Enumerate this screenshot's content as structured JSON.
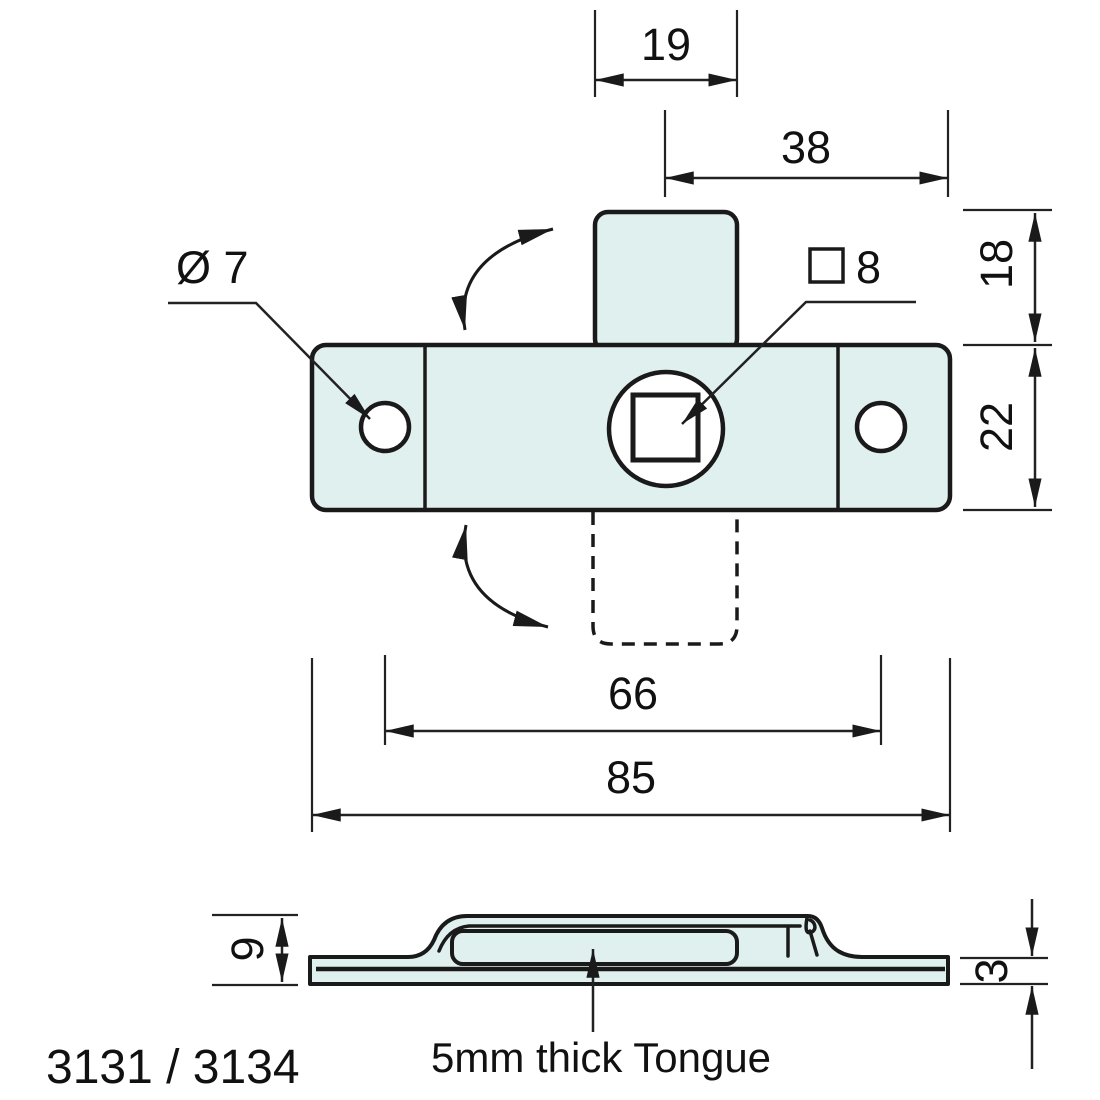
{
  "drawing": {
    "product_codes": "3131 / 3134",
    "tongue_note": "5mm thick Tongue",
    "dims": {
      "tongue_width": "19",
      "centre_to_edge": "38",
      "tongue_projection": "18",
      "body_depth": "22",
      "hole_centres": "66",
      "overall_length": "85",
      "hole_diameter": "Ø 7",
      "spindle_square": "8",
      "overall_height": "9",
      "plate_thickness": "3"
    },
    "colors": {
      "part_fill": "#dff0ef",
      "outline": "#1a1a1a",
      "background": "#ffffff"
    }
  }
}
